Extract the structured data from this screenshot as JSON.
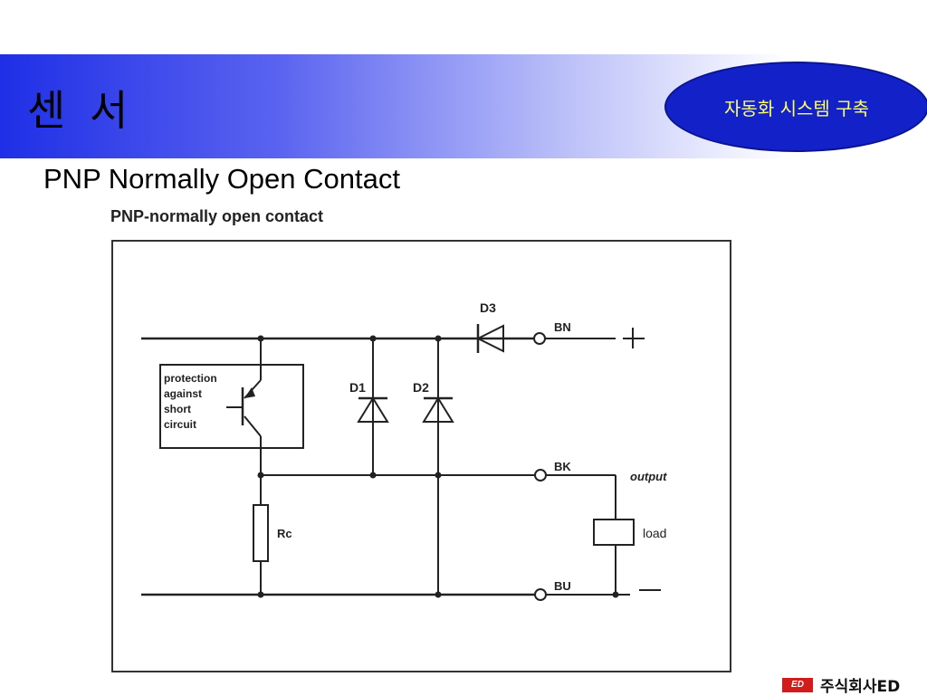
{
  "header": {
    "title": "센 서",
    "badge": "자동화 시스템 구축"
  },
  "subtitle": "PNP Normally Open Contact",
  "figure": {
    "title": "PNP-normally open contact",
    "protection_lines": [
      "protection",
      "against",
      "short",
      "circuit"
    ],
    "labels": {
      "d1": "D1",
      "d2": "D2",
      "d3": "D3",
      "bn": "BN",
      "bk": "BK",
      "bu": "BU",
      "output": "output",
      "load": "load",
      "rc": "Rc",
      "plus": "+",
      "minus": "—"
    }
  },
  "footer": {
    "logo_mark": "ED",
    "company": "주식회사ED"
  }
}
